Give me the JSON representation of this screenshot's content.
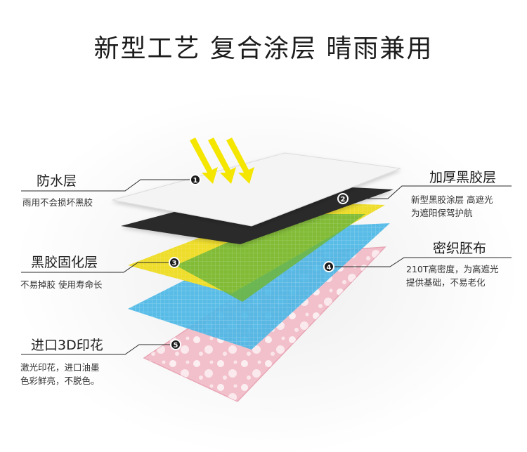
{
  "title": "新型工艺 复合涂层 晴雨兼用",
  "layers": [
    {
      "number": "1",
      "name": "防水层",
      "desc": [
        "雨用不会损坏黑胶"
      ]
    },
    {
      "number": "2",
      "name": "加厚黑胶层",
      "desc": [
        "新型黑胶涂层 高遮光",
        "为遮阳保驾护航"
      ]
    },
    {
      "number": "3",
      "name": "黑胶固化层",
      "desc": [
        "不易掉胶 使用寿命长"
      ]
    },
    {
      "number": "4",
      "name": "密织胚布",
      "desc": [
        "210T高密度，为高遮光",
        "提供基础，不易老化"
      ]
    },
    {
      "number": "5",
      "name": "进口3D印花",
      "desc": [
        "激光印花，进口油墨",
        "色彩鲜亮，不脱色。"
      ]
    }
  ],
  "colors": {
    "waterproof": "#f4f4f4",
    "black_glue": "#2c2c2c",
    "yellow": "#eedd2a",
    "green": "#6fb63a",
    "blue": "#48b6e6",
    "pink": "#f2c0cb",
    "arrow": "#f5e600",
    "marker": "#1a1a1a"
  }
}
